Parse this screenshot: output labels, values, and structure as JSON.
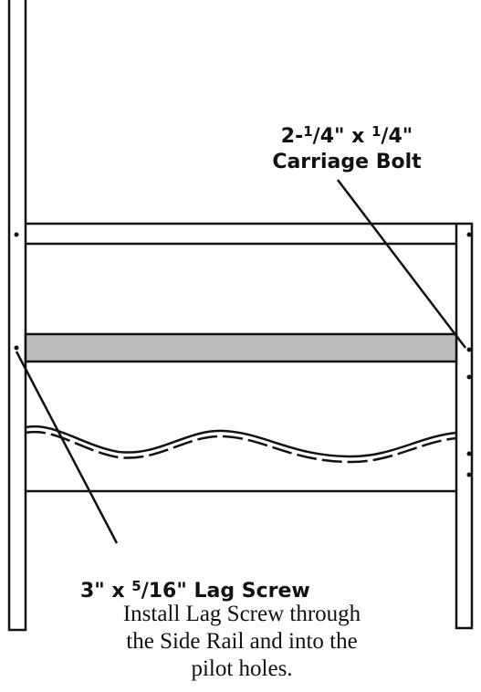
{
  "callouts": {
    "carriage_bolt": {
      "size_prefix": "2-",
      "size_num1": "1",
      "size_den1": "/4\"",
      "size_mid": " x ",
      "size_num2": "1",
      "size_den2": "/4\"",
      "name": "Carriage Bolt"
    },
    "lag_screw": {
      "size_a": "3\" x ",
      "size_num": "5",
      "size_den": "/16\"",
      "name": " Lag Screw"
    }
  },
  "instructions": {
    "line1": "Install Lag Screw through",
    "line2": "the Side Rail and into the",
    "line3": "pilot holes."
  },
  "colors": {
    "line": "#111111",
    "rail_fill": "#bbbbbb",
    "background": "#ffffff"
  }
}
